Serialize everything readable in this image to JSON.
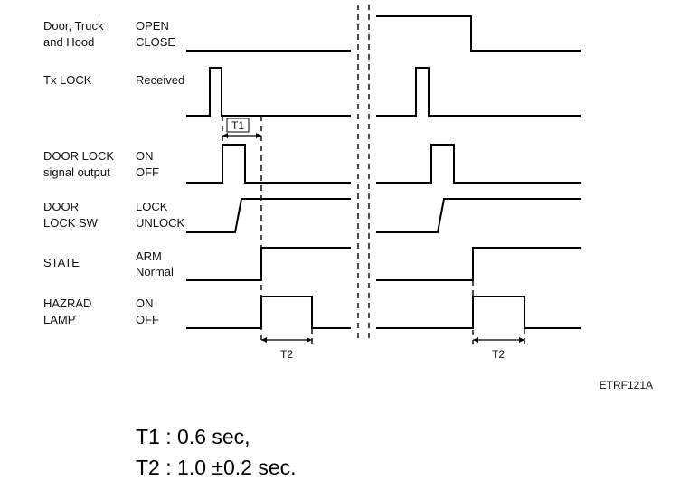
{
  "signals": [
    {
      "name": "Door, Truck\nand Hood",
      "states": "OPEN\nCLOSE"
    },
    {
      "name": "Tx LOCK",
      "states": "Received"
    },
    {
      "name": "DOOR LOCK\nsignal output",
      "states": "ON\nOFF"
    },
    {
      "name": "DOOR\nLOCK SW",
      "states": "LOCK\nUNLOCK"
    },
    {
      "name": "STATE",
      "states": "ARM\nNormal"
    },
    {
      "name": "HAZRAD\nLAMP",
      "states": "ON\nOFF"
    }
  ],
  "intervals": {
    "t1": "T1",
    "t2_left": "T2",
    "t2_right": "T2"
  },
  "figure_id": "ETRF121A",
  "notes": {
    "t1": "T1 :  0.6 sec,",
    "t2": "T2 :  1.0 ±0.2 sec."
  }
}
